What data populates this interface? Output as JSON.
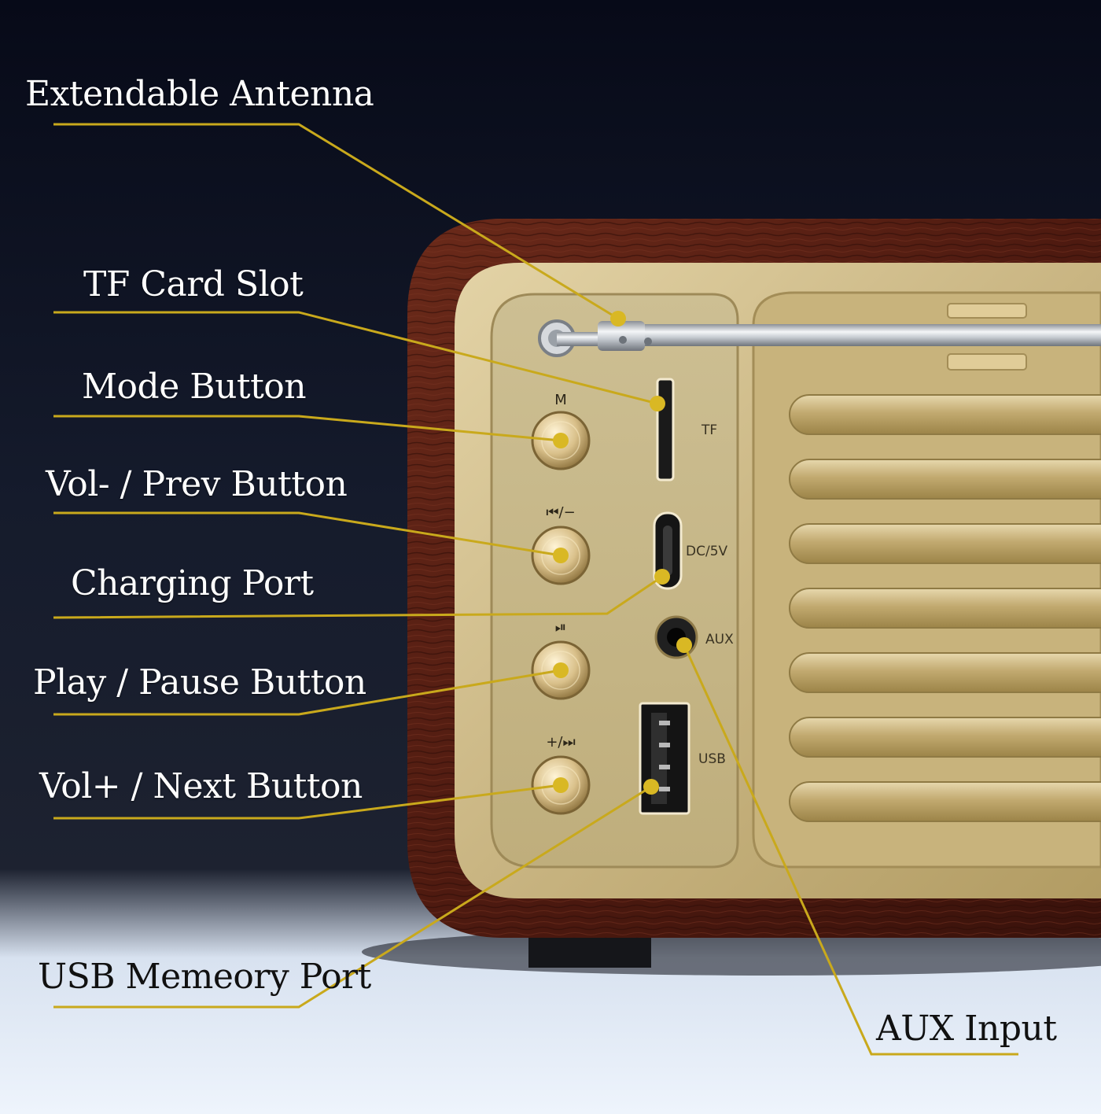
{
  "colors": {
    "callout_line": "#c9a91c",
    "callout_dot": "#d9b824",
    "background_top": "#070a18",
    "background_bottom": "#e8f0fb",
    "wood": "#5a1f14",
    "gold_panel": "#c9b98c",
    "grille": "#cdb57c",
    "label_light": "#ffffff",
    "label_dark": "#111111"
  },
  "callouts": [
    {
      "id": "antenna",
      "label": "Extendable Antenna"
    },
    {
      "id": "tf-card",
      "label": "TF Card Slot"
    },
    {
      "id": "mode",
      "label": "Mode Button"
    },
    {
      "id": "vol-prev",
      "label": "Vol- / Prev Button"
    },
    {
      "id": "charging",
      "label": "Charging Port"
    },
    {
      "id": "play-pause",
      "label": "Play / Pause Button"
    },
    {
      "id": "vol-next",
      "label": "Vol+ / Next Button"
    },
    {
      "id": "usb",
      "label": "USB Memeory Port"
    },
    {
      "id": "aux",
      "label": "AUX Input"
    }
  ],
  "panel_labels": {
    "mode": "M",
    "prev": "⏮/−",
    "play": "⏯",
    "next": "+/⏭",
    "tf": "TF",
    "dc": "DC/5V",
    "aux": "AUX",
    "usb": "USB"
  }
}
